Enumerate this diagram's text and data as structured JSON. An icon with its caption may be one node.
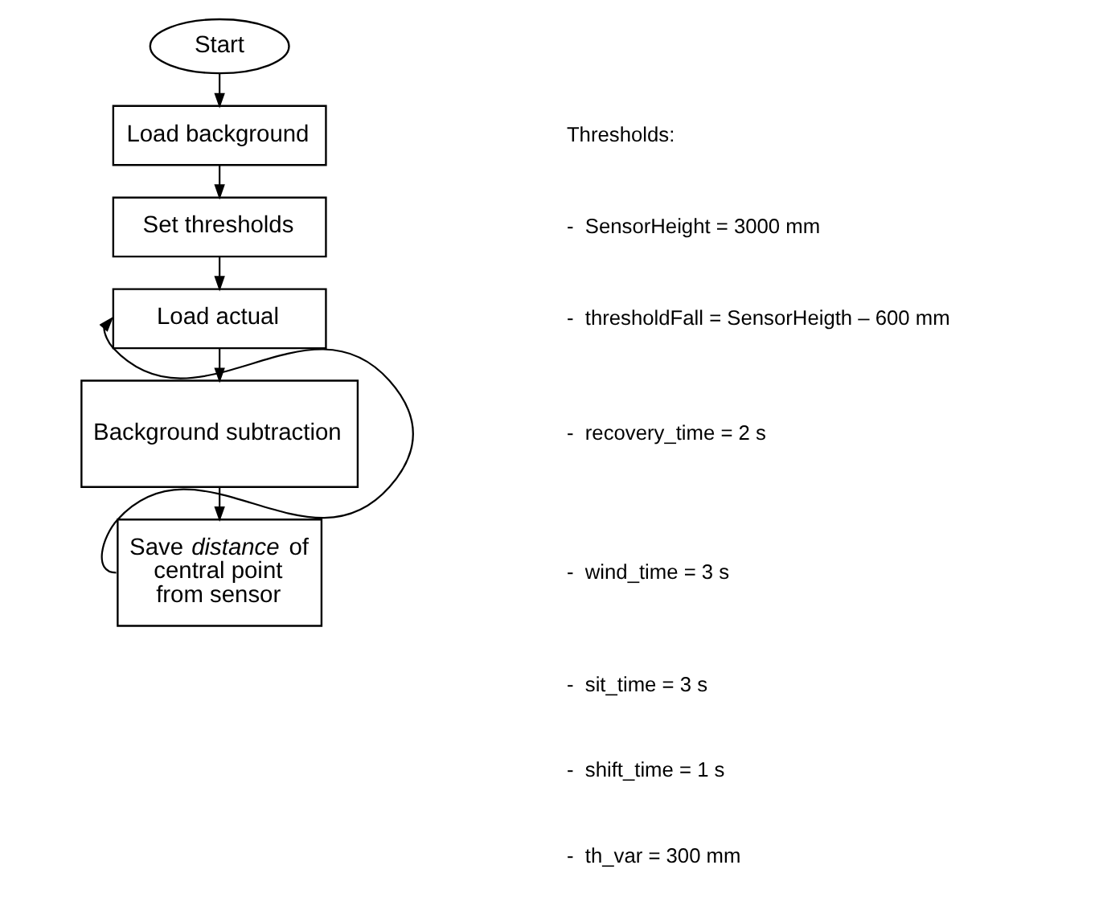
{
  "diagram": {
    "nodes": [
      {
        "text": [
          "Start"
        ]
      },
      {
        "text": [
          "Load background"
        ]
      },
      {
        "text": [
          "Set thresholds"
        ]
      },
      {
        "text": [
          "Load actual"
        ]
      },
      {
        "text": [
          "Background subtraction"
        ]
      },
      {
        "text": [
          "Save *distance* of central point from sensor"
        ]
      }
    ],
    "edges": [
      {
        "from": 0,
        "to": 1,
        "arrow": "to"
      },
      {
        "from": 1,
        "to": 2,
        "arrow": "to"
      },
      {
        "from": 2,
        "to": 3,
        "arrow": "to"
      },
      {
        "from": 3,
        "to": 4,
        "arrow": "to"
      },
      {
        "from": 4,
        "to": 5,
        "arrow": "to"
      },
      {
        "from": 5,
        "to": 3,
        "arrow": "to"
      }
    ],
    "labels": [
      "Thresholds:",
      "-  SensorHeight = 3000 mm",
      "-  thresholdFall = SensorHeigth – 600 mm",
      "-  recovery_time = 2 s",
      "-  wind_time = 3 s",
      "-  sit_time = 3 s",
      "-  shift_time = 1 s",
      "-  th_var = 300 mm"
    ]
  }
}
